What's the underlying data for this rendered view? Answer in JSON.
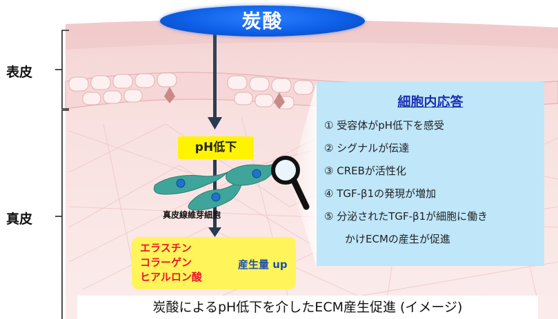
{
  "title": "炭酸",
  "layers": {
    "epidermis": "表皮",
    "dermis": "真皮"
  },
  "ph_drop_label": "pH低下",
  "fibroblast_label": "真皮線維芽細胞",
  "ecm_components": [
    "エラスチン",
    "コラーゲン",
    "ヒアルロン酸"
  ],
  "production_label": "産生量 up",
  "cell_response": {
    "title": "細胞内応答",
    "steps": [
      "① 受容体がpH低下を感受",
      "② シグナルが伝達",
      "③ CREBが活性化",
      "④ TGF-β1の発現が増加",
      "⑤ 分泌されたTGF-β1が細胞に働き",
      "かけECMの産生が促進"
    ]
  },
  "caption": "炭酸によるpH低下を介したECM産生促進 (イメージ)",
  "colors": {
    "title_blue": "#0d5fe6",
    "ph_box_yellow": "#fff400",
    "ecm_text_red": "#e8182a",
    "panel_blue": "#bfe6f9",
    "cell_teal": "#3fa59a",
    "skin_pink": "#f7dcdc"
  },
  "icons": [
    "magnifier-icon",
    "up-arrow-icon",
    "down-arrow-icon"
  ]
}
